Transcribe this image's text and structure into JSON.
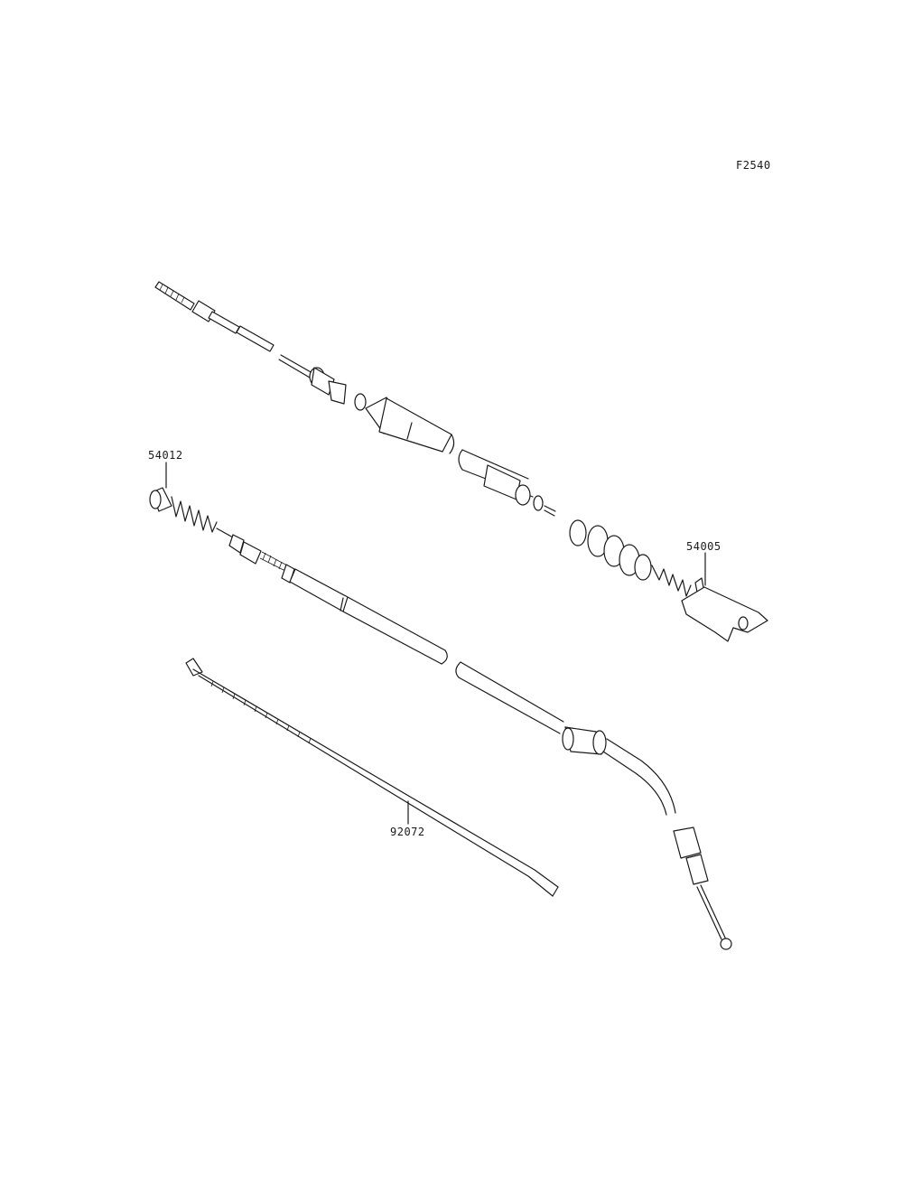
{
  "diagram": {
    "reference_code": "F2540",
    "callouts": [
      {
        "part_number": "54012"
      },
      {
        "part_number": "54005"
      },
      {
        "part_number": "92072"
      }
    ]
  }
}
